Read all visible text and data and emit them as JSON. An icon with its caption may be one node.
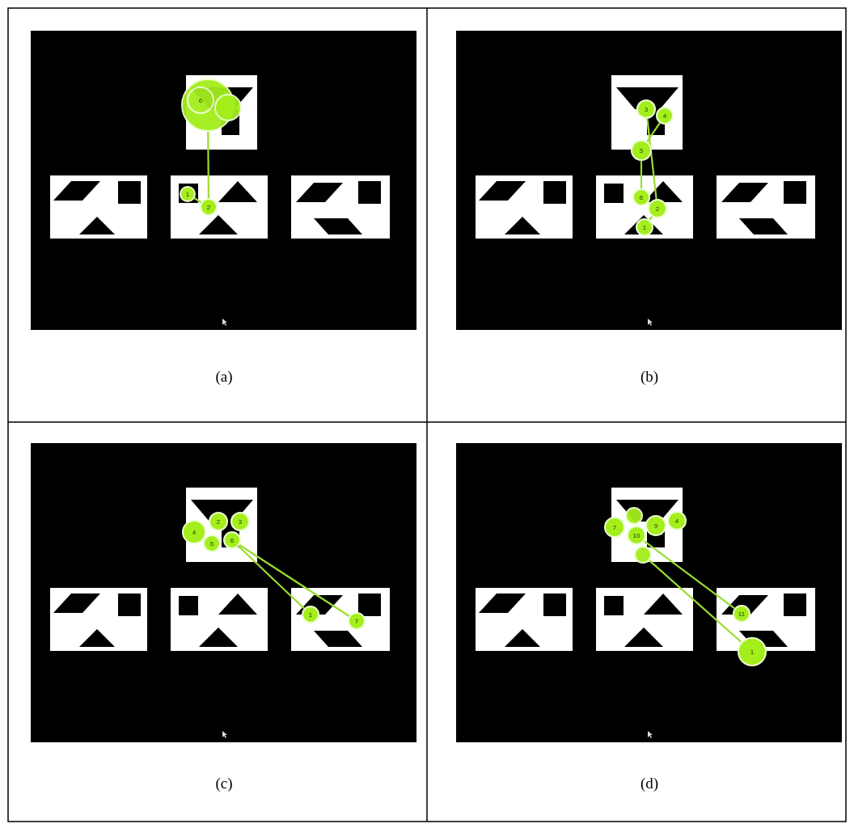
{
  "diagram": {
    "nodes": [
      {
        "text": [],
        "shape": "circle"
      },
      {
        "text": [
          "6"
        ],
        "in": 0
      },
      {
        "text": [],
        "shape": "circle"
      },
      {
        "text": [
          "1"
        ]
      },
      {
        "text": [
          "2"
        ]
      },
      {
        "text": [
          "3"
        ]
      },
      {
        "text": [
          "4"
        ]
      },
      {
        "text": [
          "5"
        ]
      },
      {
        "text": [
          "6"
        ]
      },
      {
        "text": [
          "2"
        ]
      },
      {
        "text": [
          "1"
        ]
      },
      {
        "text": [
          "4"
        ]
      },
      {
        "text": [
          "2"
        ]
      },
      {
        "text": [
          "3"
        ]
      },
      {
        "text": [
          "5"
        ]
      },
      {
        "text": [
          "6"
        ]
      },
      {
        "text": [
          "1"
        ]
      },
      {
        "text": [
          "7"
        ]
      },
      {
        "text": [],
        "shape": "circle"
      },
      {
        "text": [
          "4"
        ]
      },
      {
        "text": [
          "7"
        ]
      },
      {
        "text": [
          "9"
        ]
      },
      {
        "text": [
          "10"
        ]
      },
      {
        "text": [],
        "shape": "circle"
      },
      {
        "text": [
          "11"
        ]
      },
      {
        "text": [
          "1"
        ]
      }
    ],
    "edges": [
      {
        "from": 3,
        "to": 4,
        "arrow": "none"
      },
      {
        "from": 4,
        "to": 0,
        "arrow": "none"
      },
      {
        "from": 10,
        "to": 9,
        "arrow": "none"
      },
      {
        "from": 9,
        "to": 5,
        "arrow": "none"
      },
      {
        "from": 6,
        "to": 7,
        "arrow": "none"
      },
      {
        "from": 7,
        "to": 8,
        "arrow": "none"
      },
      {
        "from": 16,
        "to": 15,
        "arrow": "none"
      },
      {
        "from": 15,
        "to": 17,
        "arrow": "none"
      },
      {
        "from": 25,
        "to": 23,
        "arrow": "none"
      },
      {
        "from": 22,
        "to": 24,
        "arrow": "none"
      }
    ],
    "labels": [
      "(a)",
      "(b)",
      "(c)",
      "(d)"
    ]
  }
}
